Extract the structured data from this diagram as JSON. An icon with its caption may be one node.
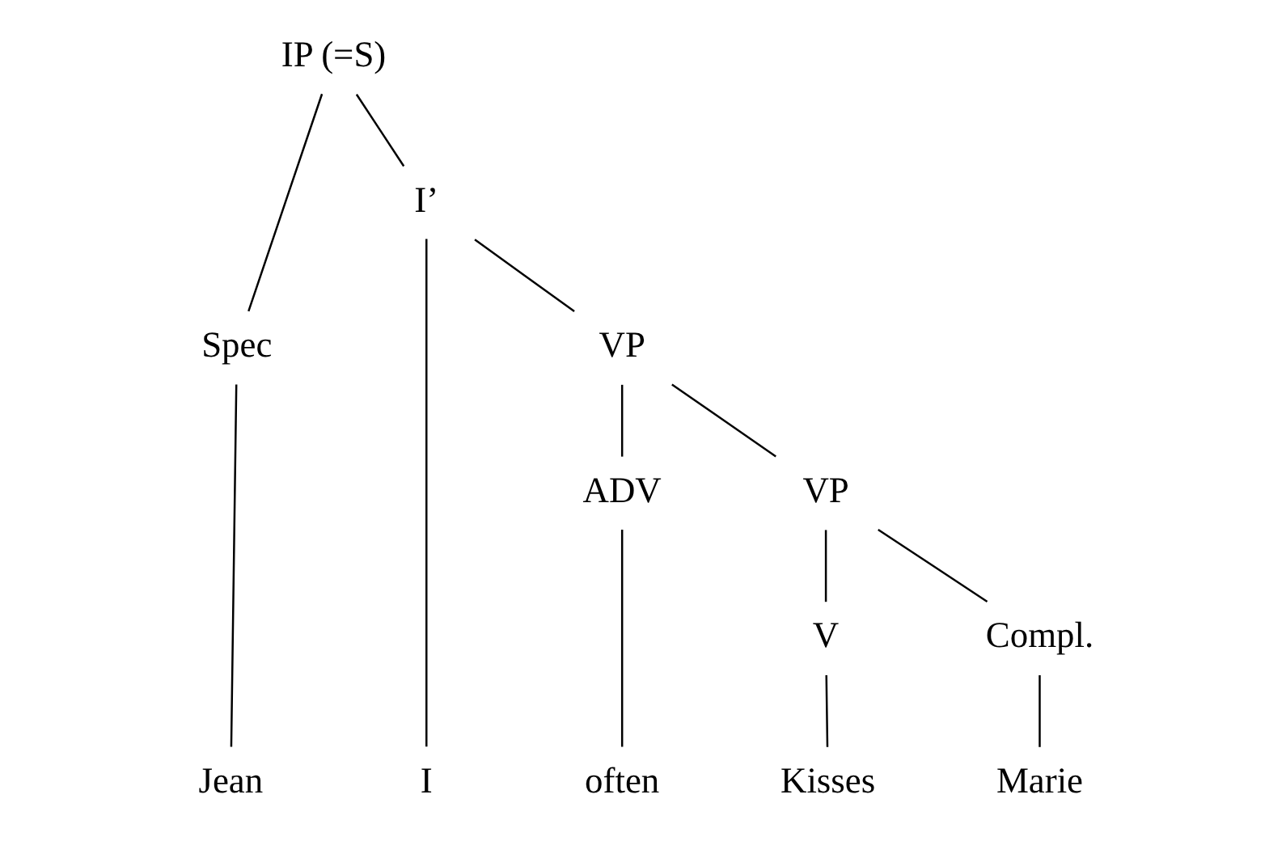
{
  "diagram": {
    "nodes": [
      {
        "text": [
          "IP (=S)"
        ]
      },
      {
        "text": [
          "Spec"
        ]
      },
      {
        "text": [
          "I’"
        ]
      },
      {
        "text": [
          "I"
        ]
      },
      {
        "text": [
          "VP"
        ]
      },
      {
        "text": [
          "ADV"
        ]
      },
      {
        "text": [
          "VP"
        ]
      },
      {
        "text": [
          "V"
        ]
      },
      {
        "text": [
          "Compl."
        ]
      },
      {
        "text": [
          "Jean"
        ]
      },
      {
        "text": [
          "often"
        ]
      },
      {
        "text": [
          "Kisses"
        ]
      },
      {
        "text": [
          "Marie"
        ]
      }
    ],
    "edges": [
      {
        "from": 0,
        "to": 1,
        "arrow": "none"
      },
      {
        "from": 0,
        "to": 2,
        "arrow": "none"
      },
      {
        "from": 2,
        "to": 3,
        "arrow": "none"
      },
      {
        "from": 2,
        "to": 4,
        "arrow": "none"
      },
      {
        "from": 4,
        "to": 5,
        "arrow": "none"
      },
      {
        "from": 4,
        "to": 6,
        "arrow": "none"
      },
      {
        "from": 6,
        "to": 7,
        "arrow": "none"
      },
      {
        "from": 6,
        "to": 8,
        "arrow": "none"
      },
      {
        "from": 1,
        "to": 9,
        "arrow": "none"
      },
      {
        "from": 5,
        "to": 10,
        "arrow": "none"
      },
      {
        "from": 7,
        "to": 11,
        "arrow": "none"
      },
      {
        "from": 8,
        "to": 12,
        "arrow": "none"
      }
    ]
  }
}
